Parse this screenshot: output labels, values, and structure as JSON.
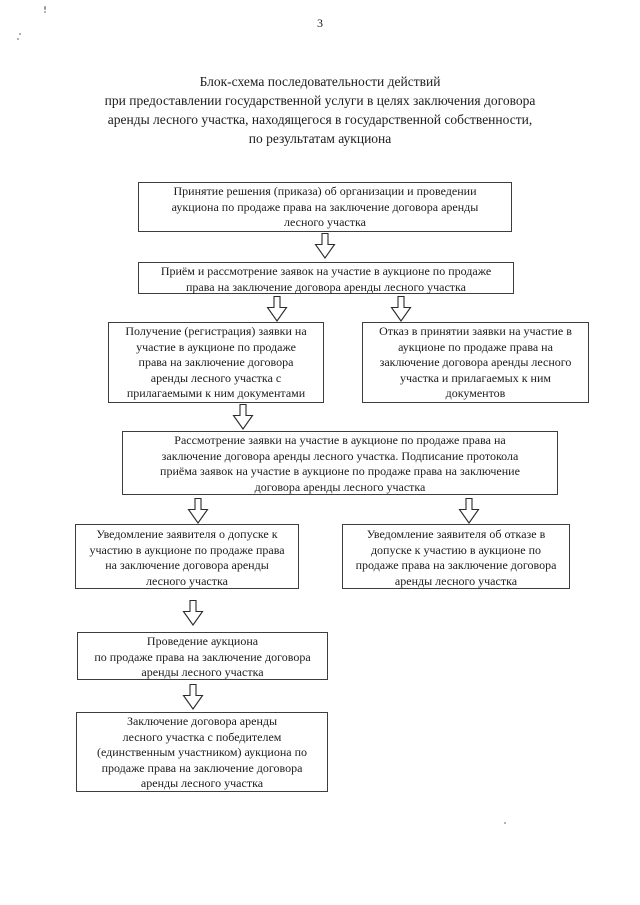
{
  "page": {
    "number": "3"
  },
  "title": {
    "lines": [
      "Блок-схема последовательности действий",
      "при предоставлении государственной услуги в целях заключения договора",
      "аренды лесного участка, находящегося в государственной собственности,",
      "по результатам аукциона"
    ]
  },
  "flowchart": {
    "nodes": {
      "decision_order": {
        "lines": [
          "Принятие решения (приказа) об организации и проведении",
          "аукциона по продаже права на заключение договора аренды",
          "лесного участка"
        ]
      },
      "accept_review_applications": {
        "lines": [
          "Приём и рассмотрение заявок на участие в аукционе по продаже",
          "права на заключение договора аренды лесного участка"
        ]
      },
      "register_application": {
        "lines": [
          "Получение (регистрация) заявки на",
          "участие в аукционе по продаже",
          "права на заключение договора",
          "аренды лесного участка с",
          "прилагаемыми к ним документами"
        ]
      },
      "refuse_application": {
        "lines": [
          "Отказ в принятии заявки на участие в",
          "аукционе по продаже права на",
          "заключение договора аренды лесного",
          "участка и прилагаемых к ним",
          "документов"
        ]
      },
      "review_sign_protocol": {
        "lines": [
          "Рассмотрение заявки на участие в аукционе по продаже права на",
          "заключение договора аренды лесного участка. Подписание протокола",
          "приёма заявок на участие в аукционе по продаже права на заключение",
          "договора аренды лесного участка"
        ]
      },
      "notify_admission": {
        "lines": [
          "Уведомление заявителя о допуске к",
          "участию в аукционе по продаже права",
          "на заключение договора аренды",
          "лесного участка"
        ]
      },
      "notify_refusal": {
        "lines": [
          "Уведомление заявителя об отказе в",
          "допуске к участию в аукционе по",
          "продаже права на заключение договора",
          "аренды лесного участка"
        ]
      },
      "conduct_auction": {
        "lines": [
          "Проведение аукциона",
          "по продаже права на заключение договора",
          "аренды лесного участка"
        ]
      },
      "conclude_contract": {
        "lines": [
          "Заключение договора аренды",
          "лесного участка с победителем",
          "(единственным участником) аукциона по",
          "продаже права на заключение договора",
          "аренды лесного участка"
        ]
      }
    }
  }
}
